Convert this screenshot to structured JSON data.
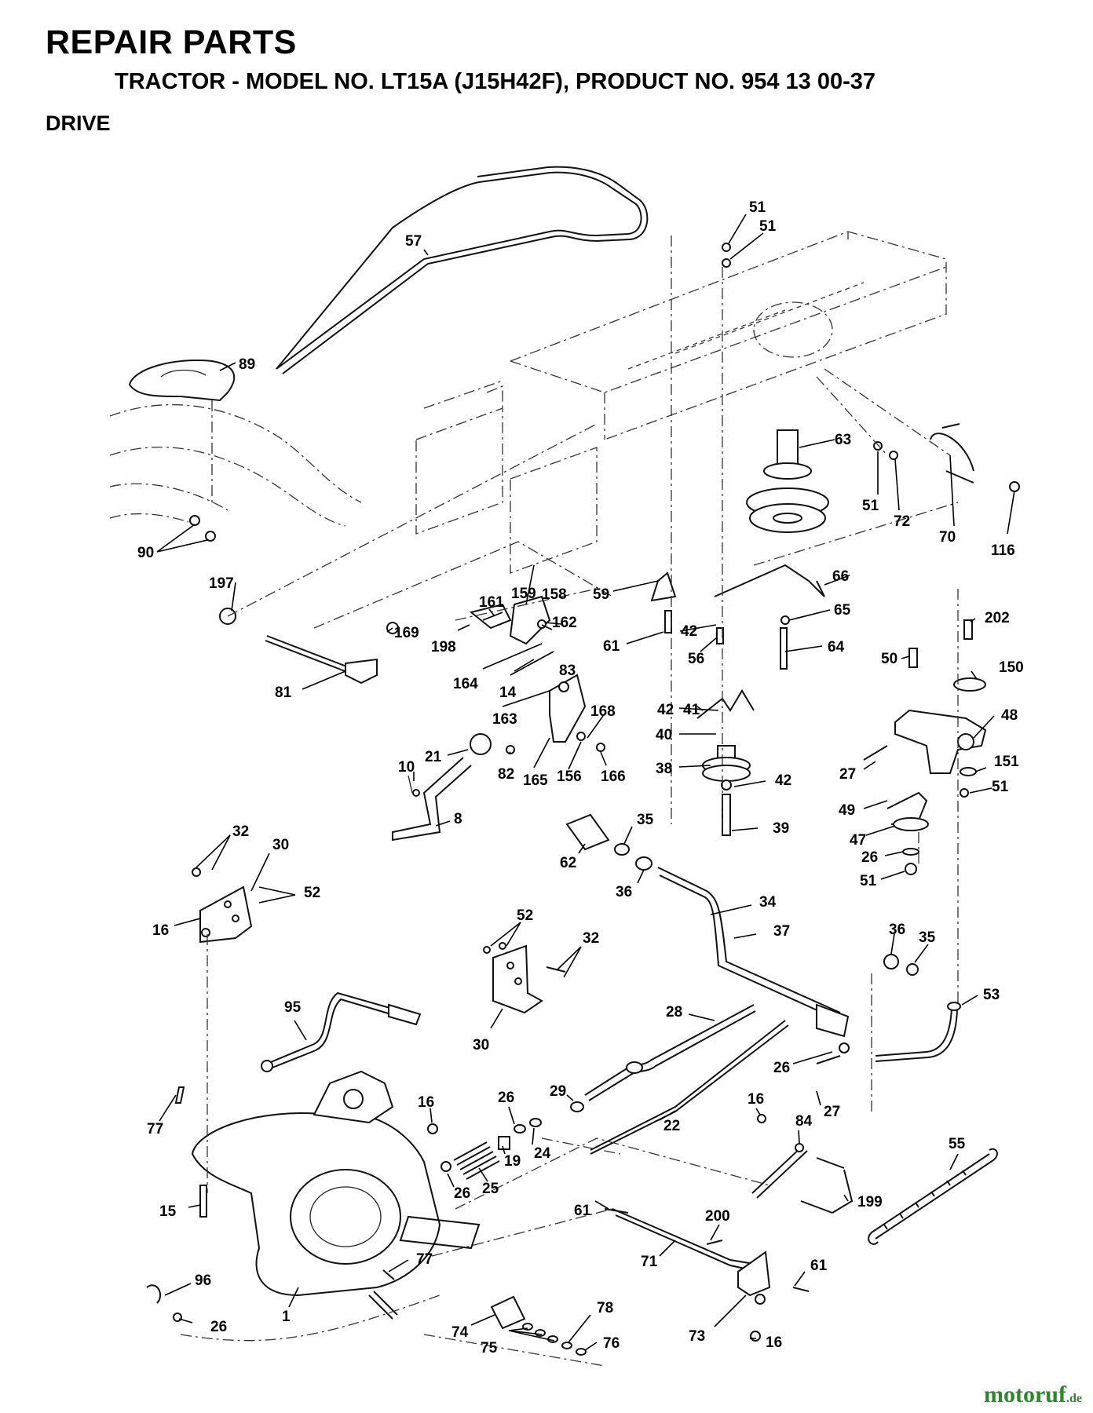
{
  "header": {
    "title": "REPAIR PARTS",
    "subtitle": "TRACTOR - MODEL NO. LT15A (J15H42F), PRODUCT NO. 954 13 00-37",
    "section": "DRIVE"
  },
  "callouts": [
    {
      "id": "c57",
      "label": "57"
    },
    {
      "id": "c89",
      "label": "89"
    },
    {
      "id": "c90",
      "label": "90"
    },
    {
      "id": "c51a",
      "label": "51"
    },
    {
      "id": "c51b",
      "label": "51"
    },
    {
      "id": "c51c",
      "label": "51"
    },
    {
      "id": "c72",
      "label": "72"
    },
    {
      "id": "c63",
      "label": "63"
    },
    {
      "id": "c70",
      "label": "70"
    },
    {
      "id": "c116",
      "label": "116"
    },
    {
      "id": "c197",
      "label": "197"
    },
    {
      "id": "c161",
      "label": "161"
    },
    {
      "id": "c159",
      "label": "159"
    },
    {
      "id": "c158",
      "label": "158"
    },
    {
      "id": "c162",
      "label": "162"
    },
    {
      "id": "c169",
      "label": "169"
    },
    {
      "id": "c198",
      "label": "198"
    },
    {
      "id": "c83",
      "label": "83"
    },
    {
      "id": "c14",
      "label": "14"
    },
    {
      "id": "c164",
      "label": "164"
    },
    {
      "id": "c163",
      "label": "163"
    },
    {
      "id": "c81",
      "label": "81"
    },
    {
      "id": "c59",
      "label": "59"
    },
    {
      "id": "c66",
      "label": "66"
    },
    {
      "id": "c65",
      "label": "65"
    },
    {
      "id": "c61a",
      "label": "61"
    },
    {
      "id": "c42a",
      "label": "42"
    },
    {
      "id": "c56",
      "label": "56"
    },
    {
      "id": "c64",
      "label": "64"
    },
    {
      "id": "c41",
      "label": "41"
    },
    {
      "id": "c42b",
      "label": "42"
    },
    {
      "id": "c40",
      "label": "40"
    },
    {
      "id": "c38",
      "label": "38"
    },
    {
      "id": "c42c",
      "label": "42"
    },
    {
      "id": "c39",
      "label": "39"
    },
    {
      "id": "c202",
      "label": "202"
    },
    {
      "id": "c150",
      "label": "150"
    },
    {
      "id": "c50",
      "label": "50"
    },
    {
      "id": "c48",
      "label": "48"
    },
    {
      "id": "c151",
      "label": "151"
    },
    {
      "id": "c51d",
      "label": "51"
    },
    {
      "id": "c27a",
      "label": "27"
    },
    {
      "id": "c49",
      "label": "49"
    },
    {
      "id": "c47",
      "label": "47"
    },
    {
      "id": "c26a",
      "label": "26"
    },
    {
      "id": "c51e",
      "label": "51"
    },
    {
      "id": "c21",
      "label": "21"
    },
    {
      "id": "c168",
      "label": "168"
    },
    {
      "id": "c82",
      "label": "82"
    },
    {
      "id": "c165",
      "label": "165"
    },
    {
      "id": "c156",
      "label": "156"
    },
    {
      "id": "c166",
      "label": "166"
    },
    {
      "id": "c10",
      "label": "10"
    },
    {
      "id": "c8",
      "label": "8"
    },
    {
      "id": "c35a",
      "label": "35"
    },
    {
      "id": "c62",
      "label": "62"
    },
    {
      "id": "c36a",
      "label": "36"
    },
    {
      "id": "c34",
      "label": "34"
    },
    {
      "id": "c37",
      "label": "37"
    },
    {
      "id": "c32a",
      "label": "32"
    },
    {
      "id": "c30a",
      "label": "30"
    },
    {
      "id": "c52a",
      "label": "52"
    },
    {
      "id": "c16a",
      "label": "16"
    },
    {
      "id": "c52b",
      "label": "52"
    },
    {
      "id": "c32b",
      "label": "32"
    },
    {
      "id": "c30b",
      "label": "30"
    },
    {
      "id": "c36b",
      "label": "36"
    },
    {
      "id": "c35b",
      "label": "35"
    },
    {
      "id": "c53",
      "label": "53"
    },
    {
      "id": "c95",
      "label": "95"
    },
    {
      "id": "c28",
      "label": "28"
    },
    {
      "id": "c26b",
      "label": "26"
    },
    {
      "id": "c27b",
      "label": "27"
    },
    {
      "id": "c29",
      "label": "29"
    },
    {
      "id": "c22",
      "label": "22"
    },
    {
      "id": "c16b",
      "label": "16"
    },
    {
      "id": "c26c",
      "label": "26"
    },
    {
      "id": "c24",
      "label": "24"
    },
    {
      "id": "c19",
      "label": "19"
    },
    {
      "id": "c25",
      "label": "25"
    },
    {
      "id": "c26d",
      "label": "26"
    },
    {
      "id": "c16c",
      "label": "16"
    },
    {
      "id": "c84",
      "label": "84"
    },
    {
      "id": "c199",
      "label": "199"
    },
    {
      "id": "c55",
      "label": "55"
    },
    {
      "id": "c77a",
      "label": "77"
    },
    {
      "id": "c15",
      "label": "15"
    },
    {
      "id": "c77b",
      "label": "77"
    },
    {
      "id": "c96",
      "label": "96"
    },
    {
      "id": "c26e",
      "label": "26"
    },
    {
      "id": "c1",
      "label": "1"
    },
    {
      "id": "c61b",
      "label": "61"
    },
    {
      "id": "c200",
      "label": "200"
    },
    {
      "id": "c71",
      "label": "71"
    },
    {
      "id": "c61c",
      "label": "61"
    },
    {
      "id": "c74",
      "label": "74"
    },
    {
      "id": "c75",
      "label": "75"
    },
    {
      "id": "c78",
      "label": "78"
    },
    {
      "id": "c76",
      "label": "76"
    },
    {
      "id": "c73",
      "label": "73"
    },
    {
      "id": "c16d",
      "label": "16"
    }
  ],
  "watermark": {
    "text": "motoruf",
    "suffix": ".de"
  }
}
